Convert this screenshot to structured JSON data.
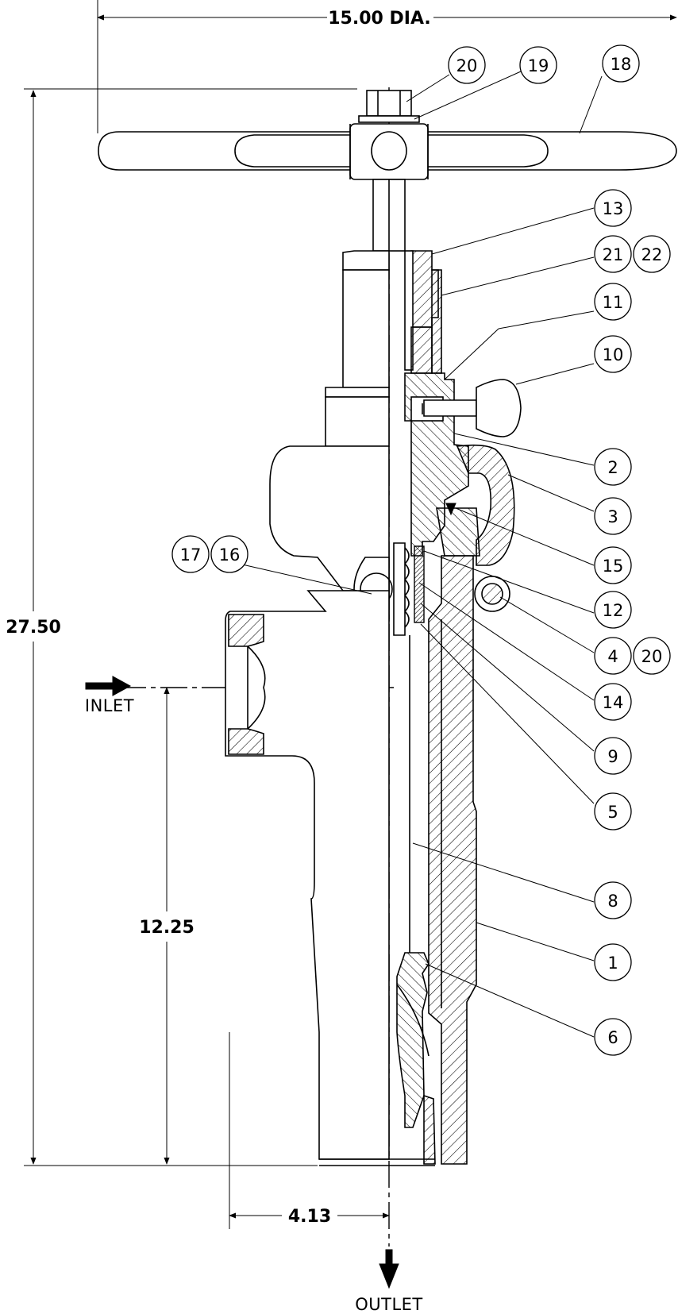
{
  "dimensions": {
    "diameter": "15.00 DIA.",
    "overall_height": "27.50",
    "inlet_height": "12.25",
    "offset": "4.13"
  },
  "labels": {
    "inlet": "INLET",
    "outlet": "OUTLET"
  },
  "balloons": [
    "20",
    "19",
    "18",
    "13",
    "21",
    "22",
    "11",
    "10",
    "2",
    "3",
    "15",
    "12",
    "4",
    "20",
    "14",
    "9",
    "5",
    "8",
    "1",
    "6",
    "17",
    "16"
  ]
}
